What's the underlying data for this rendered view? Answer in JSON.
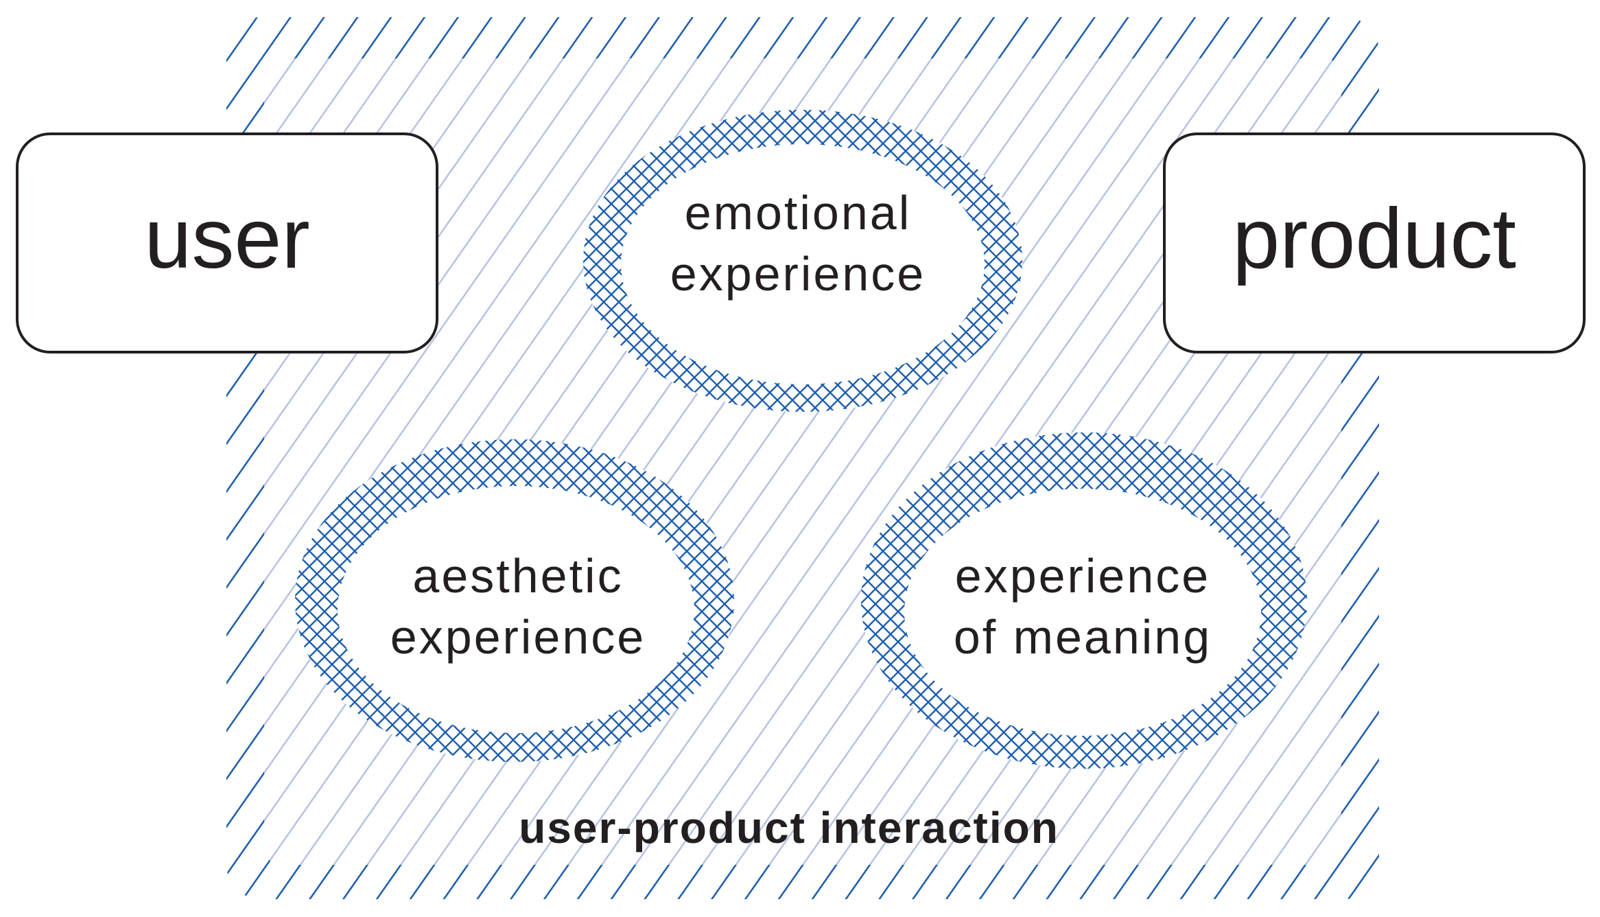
{
  "colors": {
    "hatch_dark": "#1f5fae",
    "hatch_light": "#b7c2e3",
    "outline": "#231f20",
    "background": "#ffffff"
  },
  "entities": {
    "user": {
      "label": "user"
    },
    "product": {
      "label": "product"
    }
  },
  "experiences": {
    "emotional": {
      "line1": "emotional",
      "line2": "experience"
    },
    "aesthetic": {
      "line1": "aesthetic",
      "line2": "experience"
    },
    "meaning": {
      "line1": "experience",
      "line2": "of meaning"
    }
  },
  "interaction": {
    "label": "user-product interaction"
  }
}
